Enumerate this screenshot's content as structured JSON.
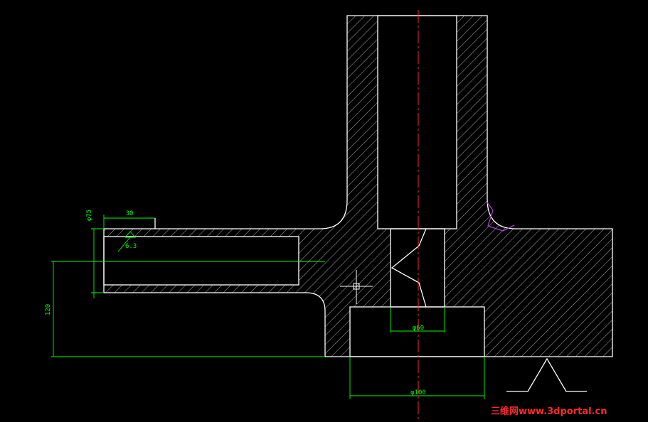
{
  "drawing": {
    "background_color": "#000000",
    "outline_color": "#ffffff",
    "dimension_color": "#00ff00",
    "centerline_color": "#ff2a2a",
    "marker_color": "#b040d0",
    "hatch_color": "#ffffff"
  },
  "dimensions": {
    "d_75": "φ75",
    "d_30": "30",
    "d_roughness": "6.3",
    "d_120": "120",
    "d_60": "φ60",
    "d_100": "φ100"
  },
  "watermark": {
    "text": "三维网www.3dportal.cn",
    "color": "#ff2a2a"
  }
}
